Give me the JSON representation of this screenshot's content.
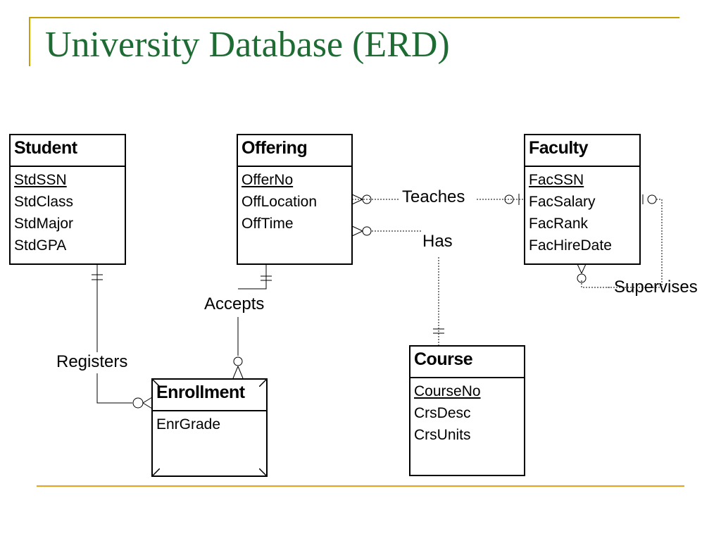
{
  "slide": {
    "title": "University Database (ERD)"
  },
  "colors": {
    "title": "#1e6b34",
    "accent_top": "#c8a000",
    "accent_bottom": "#e8a020",
    "line": "#000000"
  },
  "entities": {
    "student": {
      "name": "Student",
      "attributes": [
        "StdSSN",
        "StdClass",
        "StdMajor",
        "StdGPA"
      ],
      "key": "StdSSN"
    },
    "offering": {
      "name": "Offering",
      "attributes": [
        "OfferNo",
        "OffLocation",
        "OffTime"
      ],
      "key": "OfferNo"
    },
    "faculty": {
      "name": "Faculty",
      "attributes": [
        "FacSSN",
        "FacSalary",
        "FacRank",
        "FacHireDate"
      ],
      "key": "FacSSN"
    },
    "enrollment": {
      "name": "Enrollment",
      "attributes": [
        "EnrGrade"
      ],
      "weak": true
    },
    "course": {
      "name": "Course",
      "attributes": [
        "CourseNo",
        "CrsDesc",
        "CrsUnits"
      ],
      "key": "CourseNo"
    }
  },
  "relationships": {
    "teaches": "Teaches",
    "has": "Has",
    "supervises": "Supervises",
    "accepts": "Accepts",
    "registers": "Registers"
  }
}
